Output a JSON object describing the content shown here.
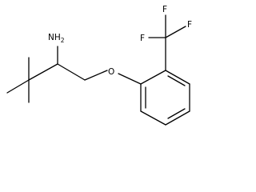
{
  "molecule": {
    "labels": {
      "amine": "NH",
      "amine_subscript": "2",
      "ether_oxygen": "O",
      "fluorine_top": "F",
      "fluorine_left": "F",
      "fluorine_right": "F"
    }
  }
}
